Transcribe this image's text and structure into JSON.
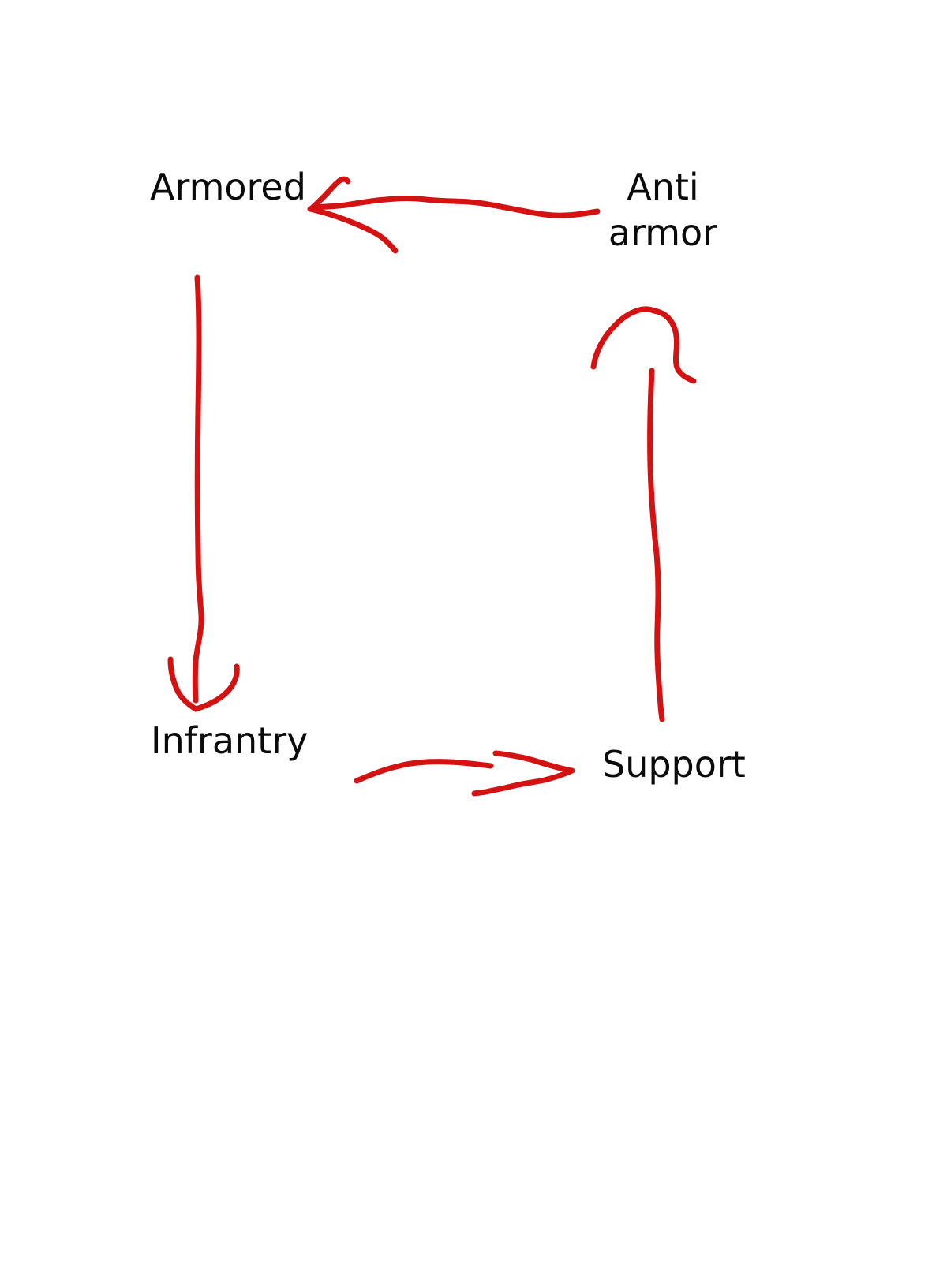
{
  "diagram": {
    "kind": "hand-drawn-cycle-diagram",
    "background_color": "#ffffff",
    "ink_color": "#d41212",
    "text_color": "#0a0a0a",
    "nodes": [
      {
        "id": "armored",
        "label": "Armored",
        "position": "top-left"
      },
      {
        "id": "anti-armor",
        "label": "Anti\narmor",
        "position": "top-right"
      },
      {
        "id": "infrantry",
        "label": "Infrantry",
        "position": "bottom-left"
      },
      {
        "id": "support",
        "label": "Support",
        "position": "bottom-right"
      }
    ],
    "arrows": [
      {
        "id": "anti-armor-to-armored",
        "from": "Anti armor",
        "to": "Armored",
        "direction": "left"
      },
      {
        "id": "armored-to-infrantry",
        "from": "Armored",
        "to": "Infrantry",
        "direction": "down"
      },
      {
        "id": "infrantry-to-support",
        "from": "Infrantry",
        "to": "Support",
        "direction": "right"
      },
      {
        "id": "support-to-anti-armor",
        "from": "Support",
        "to": "Anti armor",
        "direction": "up"
      }
    ]
  }
}
